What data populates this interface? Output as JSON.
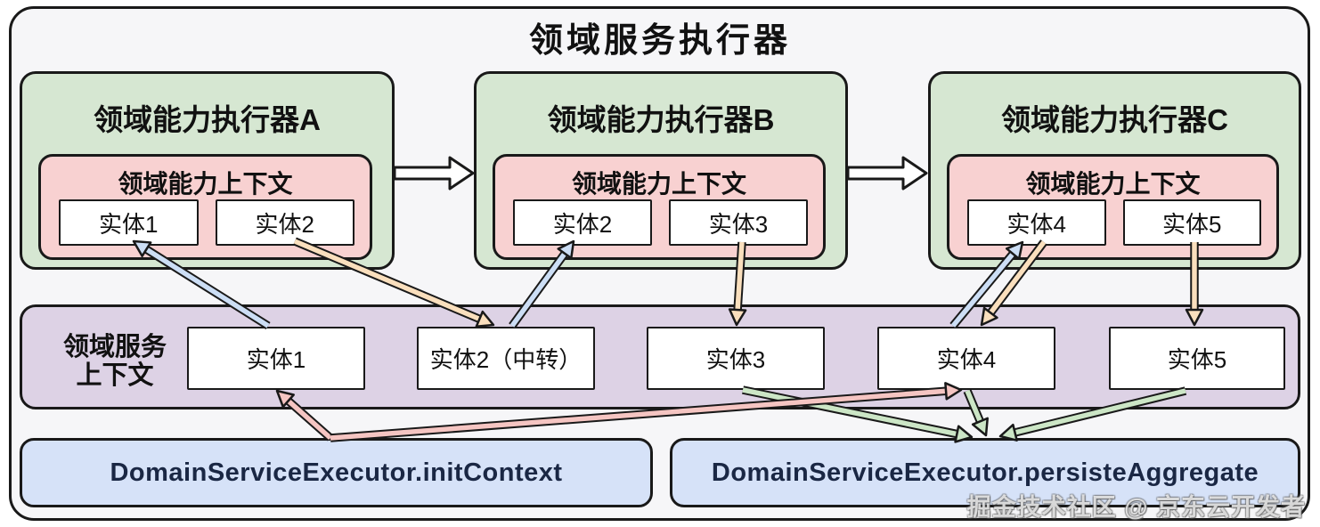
{
  "title": "领域服务执行器",
  "executors": [
    {
      "title": "领域能力执行器A",
      "context_title": "领域能力上下文",
      "entities": [
        {
          "label": "实体1"
        },
        {
          "label": "实体2"
        }
      ]
    },
    {
      "title": "领域能力执行器B",
      "context_title": "领域能力上下文",
      "entities": [
        {
          "label": "实体2"
        },
        {
          "label": "实体3"
        }
      ]
    },
    {
      "title": "领域能力执行器C",
      "context_title": "领域能力上下文",
      "entities": [
        {
          "label": "实体4"
        },
        {
          "label": "实体5"
        }
      ]
    }
  ],
  "service_context": {
    "label_line1": "领域服务",
    "label_line2": "上下文",
    "entities": [
      {
        "label": "实体1"
      },
      {
        "label": "实体2（中转）"
      },
      {
        "label": "实体3"
      },
      {
        "label": "实体4"
      },
      {
        "label": "实体5"
      }
    ]
  },
  "bottom": {
    "init_method": "DomainServiceExecutor.initContext",
    "persist_method": "DomainServiceExecutor.persisteAggregate"
  },
  "watermark": "掘金技术社区 @ 京东云开发者",
  "colors": {
    "canvas_fill": "#f6f6f8",
    "executor_fill": "#d6e7d2",
    "context_fill": "#f8d1d1",
    "service_fill": "#ddd2e5",
    "method_fill": "#d6e2f8",
    "border": "#191919",
    "method_text": "#1a2744",
    "arrow_blue": "#ccdef5",
    "arrow_orange": "#fadfbd",
    "arrow_pink": "#f5c5c2",
    "arrow_green": "#cce6c6",
    "flow_arrow_fill": "#ffffff"
  }
}
